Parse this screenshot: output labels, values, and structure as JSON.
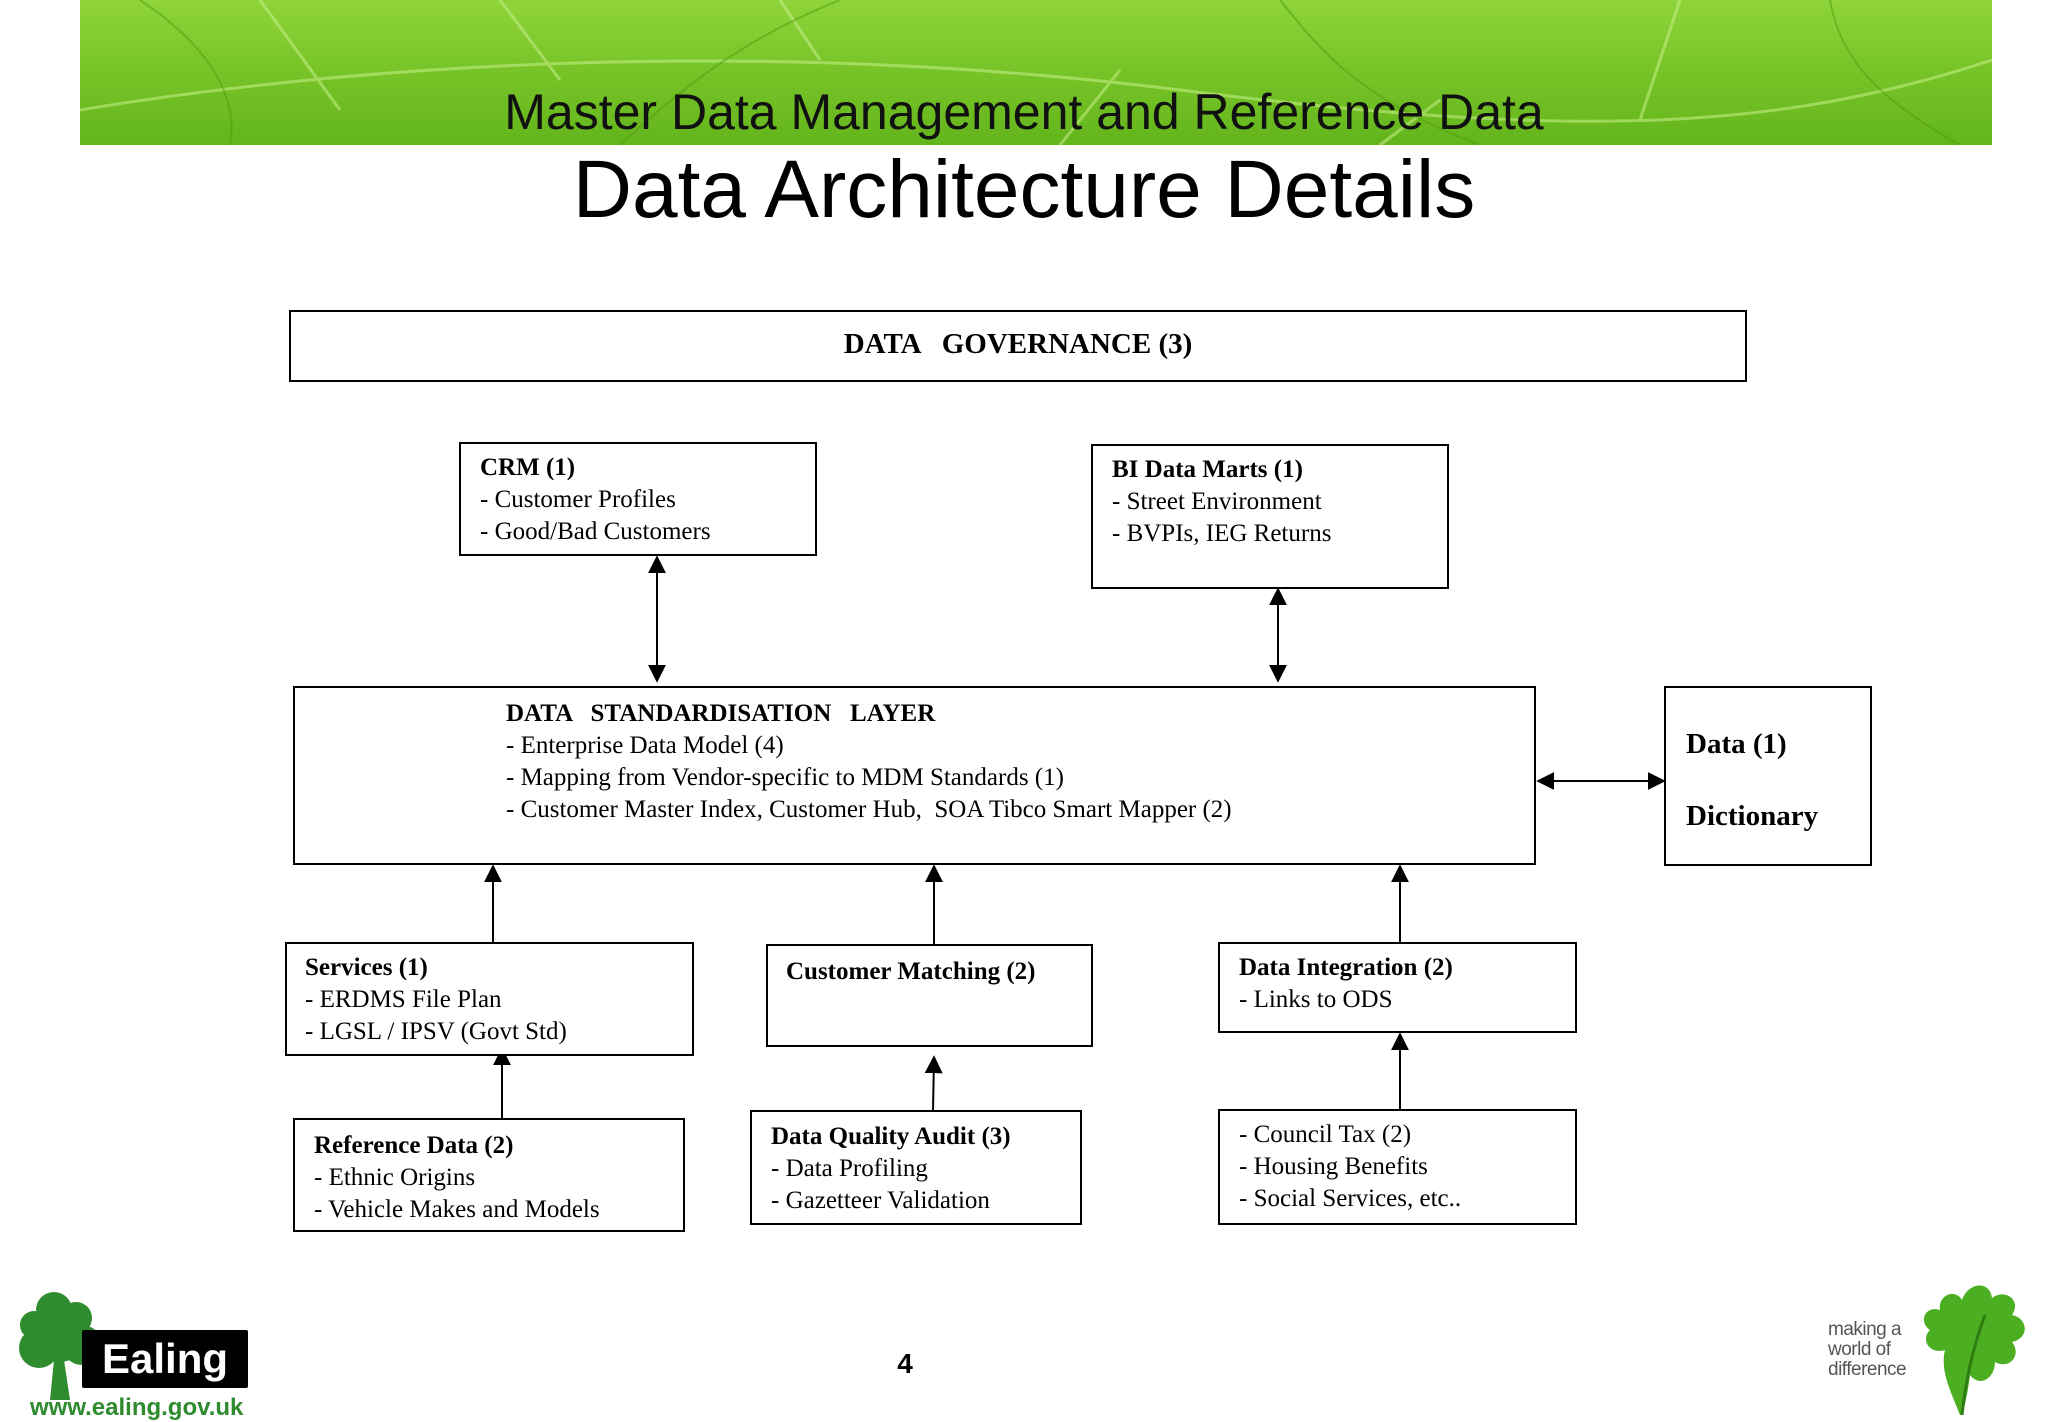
{
  "header": {
    "subtitle": "Master Data Management and Reference Data",
    "title": "Data Architecture Details"
  },
  "diagram": {
    "governance": {
      "label": "DATA   GOVERNANCE (3)"
    },
    "crm": {
      "heading": "CRM (1)",
      "lines": [
        "- Customer Profiles",
        "- Good/Bad Customers"
      ]
    },
    "bi": {
      "heading": "BI Data Marts (1)",
      "lines": [
        "- Street Environment",
        "- BVPIs, IEG Returns"
      ]
    },
    "dsl": {
      "heading": "DATA   STANDARDISATION   LAYER",
      "lines": [
        "- Enterprise Data Model (4)",
        "- Mapping from Vendor-specific to MDM Standards (1)",
        "- Customer Master Index, Customer Hub,  SOA Tibco Smart Mapper (2)"
      ]
    },
    "dictionary": {
      "line1": "Data (1)",
      "line2": "Dictionary"
    },
    "services": {
      "heading": "Services (1)",
      "lines": [
        "- ERDMS File Plan",
        "- LGSL / IPSV (Govt Std)"
      ]
    },
    "matching": {
      "heading": "Customer Matching (2)"
    },
    "integration": {
      "heading": "Data Integration (2)",
      "lines": [
        "- Links to ODS"
      ]
    },
    "reference": {
      "heading": "Reference Data (2)",
      "lines": [
        "- Ethnic Origins",
        "- Vehicle Makes and Models"
      ]
    },
    "quality": {
      "heading": "Data Quality Audit (3)",
      "lines": [
        "- Data Profiling",
        "- Gazetteer Validation"
      ]
    },
    "sources": {
      "lines": [
        "- Council Tax (2)",
        "- Housing Benefits",
        "- Social Services, etc.."
      ]
    }
  },
  "footer": {
    "page_number": "4",
    "logo_text": "Ealing",
    "url": "www.ealing.gov.uk",
    "tagline": "making a world of difference"
  },
  "colors": {
    "banner_green": "#79c529",
    "logo_green": "#2e8b2e"
  }
}
